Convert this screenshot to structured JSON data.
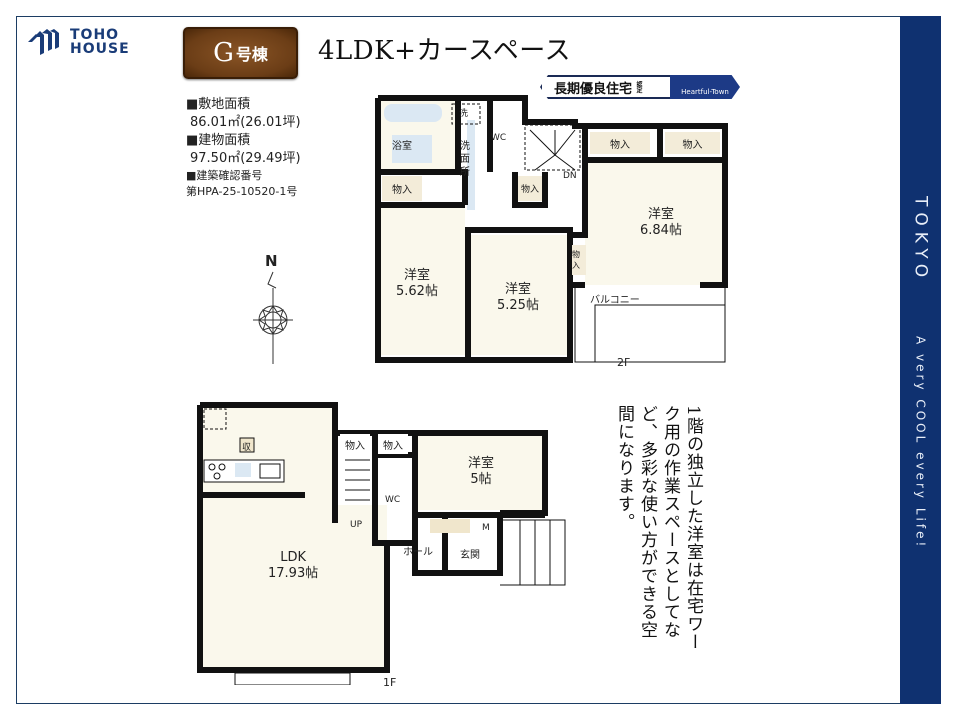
{
  "brand": {
    "name_line1": "TOHO",
    "name_line2": "HOUSE",
    "logo_icon": "stacked-chevron-roof-icon",
    "color": "#1a3c78"
  },
  "building": {
    "badge_letter": "G",
    "badge_suffix": "号棟",
    "layout_type": "4LDK+カースペース"
  },
  "certification": {
    "label": "長期優良住宅",
    "label_small": "認定",
    "brand_label": "Heartful-Town"
  },
  "specs": {
    "land_area_label": "■敷地面積",
    "land_area_value": "86.01㎡(26.01坪)",
    "floor_area_label": "■建物面積",
    "floor_area_value": "97.50㎡(29.49坪)",
    "permit_label": "■建築確認番号",
    "permit_value": "第HPA-25-10520-1号"
  },
  "compass": {
    "north_label": "N"
  },
  "floor2": {
    "label": "2F",
    "rooms": {
      "bath": "浴室",
      "washroom": "洗面所",
      "washer": "洗",
      "wc": "WC",
      "storage_a": "物入",
      "storage_b": "物入",
      "storage_c": "物入",
      "storage_d": "物入",
      "storage_e": "物入",
      "stairs_dir": "DN",
      "western_a_name": "洋室",
      "western_a_size": "5.62帖",
      "western_b_name": "洋室",
      "western_b_size": "5.25帖",
      "western_c_name": "洋室",
      "western_c_size": "6.84帖",
      "balcony": "バルコニー"
    }
  },
  "floor1": {
    "label": "1F",
    "rooms": {
      "ldk_name": "LDK",
      "ldk_size": "17.93帖",
      "pantry": "収",
      "storage_a": "物入",
      "storage_b": "物入",
      "stairs_dir": "UP",
      "wc": "WC",
      "western_name": "洋室",
      "western_size": "5帖",
      "hall": "ホール",
      "entrance": "玄関",
      "shoe_cabinet": "M"
    }
  },
  "description": "1階の独立した洋室は在宅ワーク用の作業スペースとしてなど、多彩な使い方ができる空間になります。",
  "sidebar": {
    "city": "TOKYO",
    "tagline": "A very COOL every Life!",
    "color": "#0f3170"
  }
}
